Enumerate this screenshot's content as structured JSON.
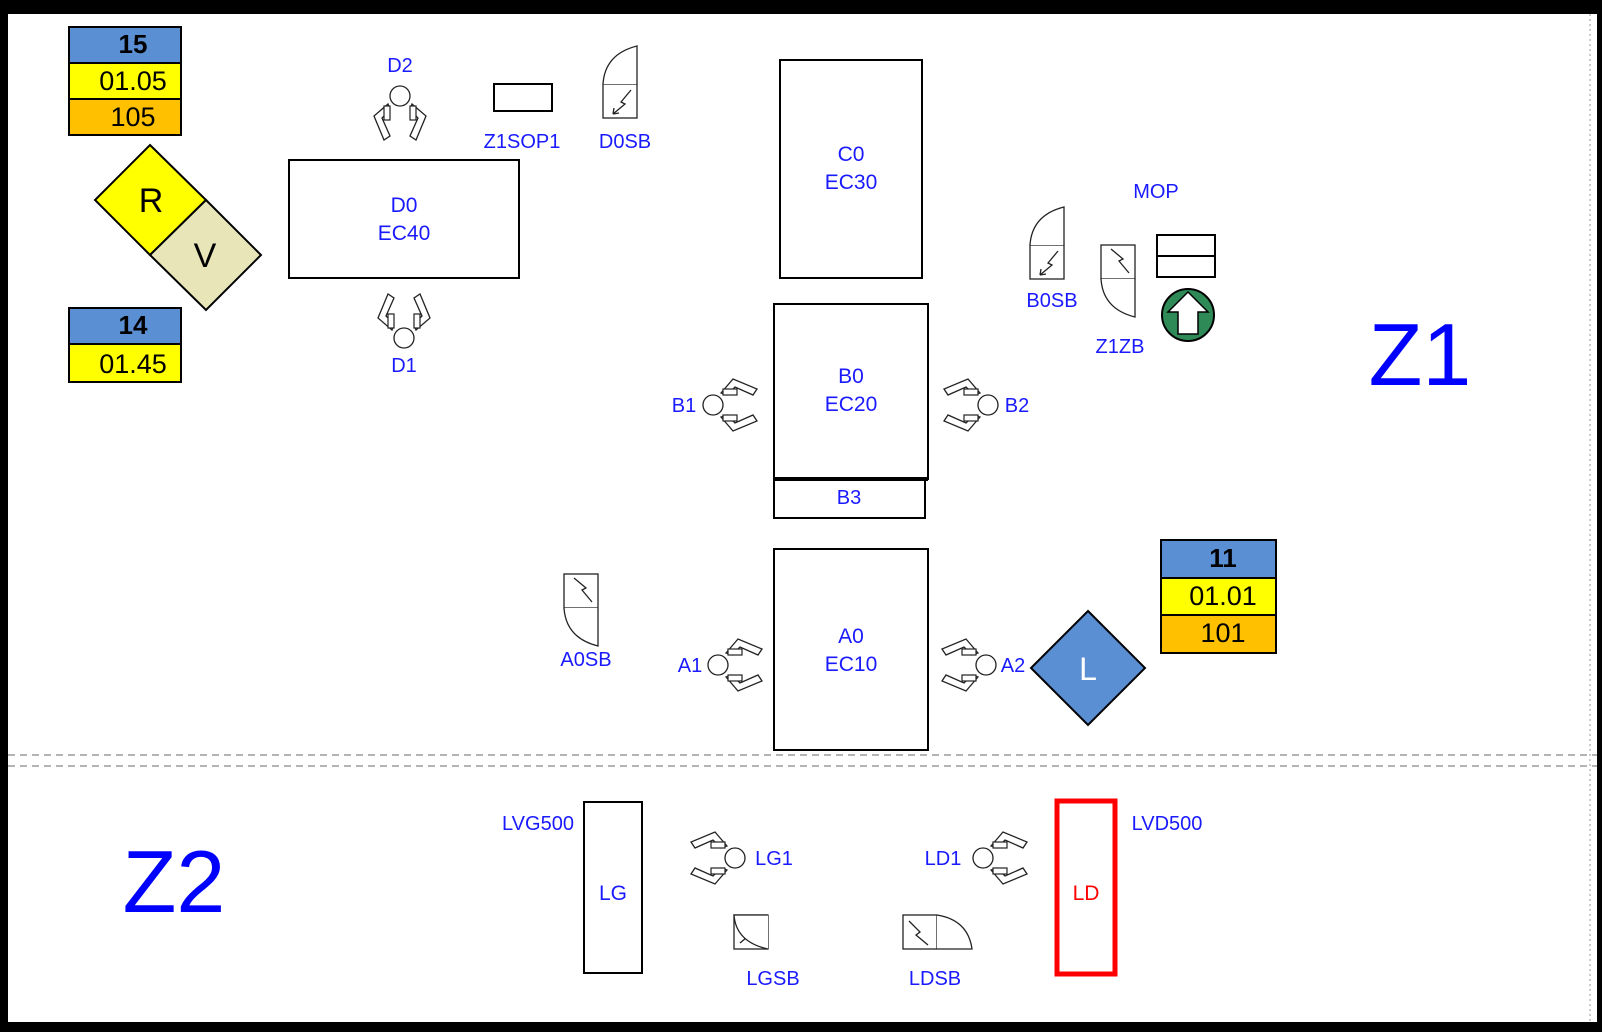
{
  "zones": {
    "z1": "Z1",
    "z2": "Z2"
  },
  "colors": {
    "label_blue": "#1a1aff",
    "zone_blue": "#0000ff",
    "box_blue": "#5b8fd4",
    "box_yellow": "#ffff00",
    "box_orange": "#ffc000",
    "box_khaki": "#e8e6b8",
    "alert_red": "#ff0000",
    "green": "#2e8b57"
  },
  "stations": {
    "d0": {
      "name": "D0",
      "code": "EC40"
    },
    "c0": {
      "name": "C0",
      "code": "EC30"
    },
    "b0": {
      "name": "B0",
      "code": "EC20"
    },
    "b3": {
      "name": "B3"
    },
    "a0": {
      "name": "A0",
      "code": "EC10"
    },
    "lg": {
      "name": "LG",
      "tag": "LVG500"
    },
    "ld": {
      "name": "LD",
      "tag": "LVD500"
    }
  },
  "robots": {
    "d2": "D2",
    "d1": "D1",
    "b1": "B1",
    "b2": "B2",
    "a1": "A1",
    "a2": "A2",
    "lg1": "LG1",
    "ld1": "LD1"
  },
  "doors": {
    "d0sb": "D0SB",
    "b0sb": "B0SB",
    "z1zb": "Z1ZB",
    "a0sb": "A0SB",
    "lgsb": "LGSB",
    "ldsb": "LDSB"
  },
  "panels": {
    "z1sop1": "Z1SOP1",
    "mop": "MOP"
  },
  "counters": {
    "c15": {
      "top": "15",
      "mid": "01.05",
      "bot": "105"
    },
    "c14": {
      "top": "14",
      "mid": "01.45"
    },
    "c11": {
      "top": "11",
      "mid": "01.01",
      "bot": "101"
    }
  },
  "diamonds": {
    "r": "R",
    "v": "V",
    "l": "L"
  }
}
